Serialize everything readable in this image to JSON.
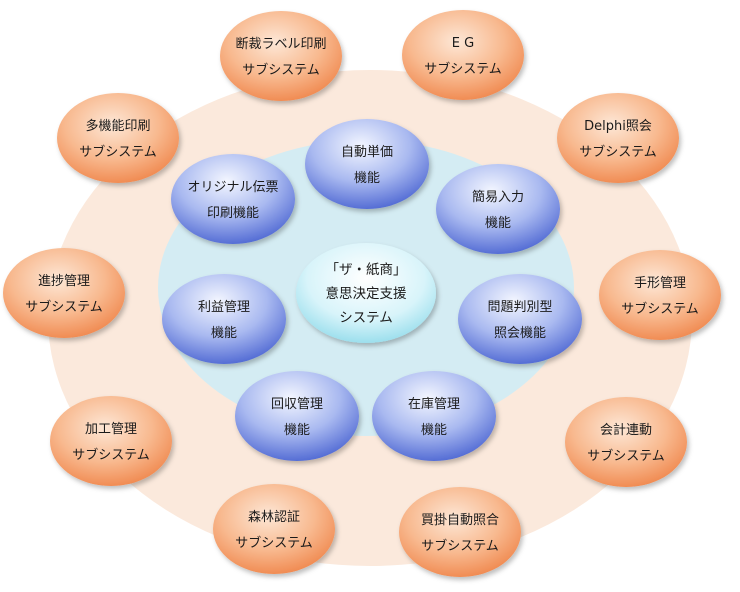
{
  "colors": {
    "outer_ring": "#fbe9dc",
    "inner_ring": "#d4ecf3",
    "orange_light": "#fde7d6",
    "orange_dark": "#f18f55",
    "blue_light": "#f3f6ff",
    "blue_dark": "#5c74d8",
    "center_light": "#ffffff",
    "center_dark": "#9fe3f1"
  },
  "center": {
    "lines": [
      "「ザ・紙商」",
      "意思決定支援",
      "システム"
    ]
  },
  "functions": [
    {
      "id": "auto-unit-price",
      "lines": [
        "自動単価",
        "機能"
      ]
    },
    {
      "id": "simple-input",
      "lines": [
        "簡易入力",
        "機能"
      ]
    },
    {
      "id": "problem-query",
      "lines": [
        "問題判別型",
        "照会機能"
      ]
    },
    {
      "id": "inventory",
      "lines": [
        "在庫管理",
        "機能"
      ]
    },
    {
      "id": "collection",
      "lines": [
        "回収管理",
        "機能"
      ]
    },
    {
      "id": "profit",
      "lines": [
        "利益管理",
        "機能"
      ]
    },
    {
      "id": "original-slip",
      "lines": [
        "オリジナル伝票",
        "印刷機能"
      ]
    }
  ],
  "subsystems": [
    {
      "id": "cut-label-print",
      "lines": [
        "断裁ラベル印刷",
        "サブシステム"
      ]
    },
    {
      "id": "eg",
      "lines": [
        "E G",
        "サブシステム"
      ]
    },
    {
      "id": "delphi-query",
      "lines": [
        "Delphi照会",
        "サブシステム"
      ]
    },
    {
      "id": "bill-management",
      "lines": [
        "手形管理",
        "サブシステム"
      ]
    },
    {
      "id": "accounting-link",
      "lines": [
        "会計連動",
        "サブシステム"
      ]
    },
    {
      "id": "purchase-auto-match",
      "lines": [
        "買掛自動照合",
        "サブシステム"
      ]
    },
    {
      "id": "forest-certification",
      "lines": [
        "森林認証",
        "サブシステム"
      ]
    },
    {
      "id": "processing-management",
      "lines": [
        "加工管理",
        "サブシステム"
      ]
    },
    {
      "id": "progress-management",
      "lines": [
        "進捗管理",
        "サブシステム"
      ]
    },
    {
      "id": "multi-function-print",
      "lines": [
        "多機能印刷",
        "サブシステム"
      ]
    }
  ]
}
